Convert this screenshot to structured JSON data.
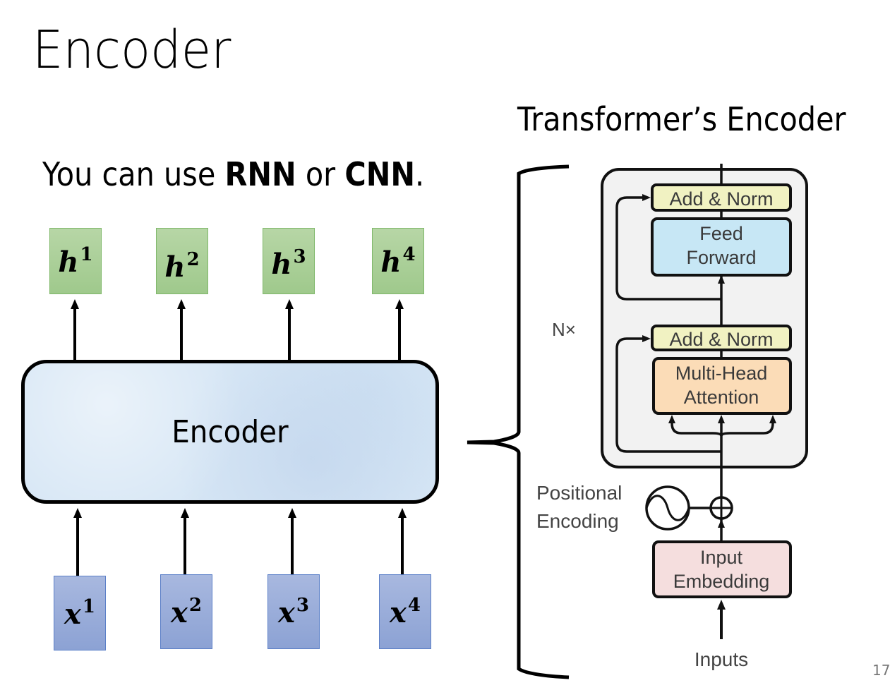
{
  "slide": {
    "title": "Encoder",
    "subtitle": {
      "prefix": "You can use ",
      "bold1": "RNN",
      "middle": " or ",
      "bold2": "CNN",
      "suffix": "."
    },
    "page_number": "17"
  },
  "left_diagram": {
    "encoder_label": "Encoder",
    "outputs": [
      {
        "symbol": "h",
        "index": "1"
      },
      {
        "symbol": "h",
        "index": "2"
      },
      {
        "symbol": "h",
        "index": "3"
      },
      {
        "symbol": "h",
        "index": "4"
      }
    ],
    "inputs": [
      {
        "symbol": "x",
        "index": "1"
      },
      {
        "symbol": "x",
        "index": "2"
      },
      {
        "symbol": "x",
        "index": "3"
      },
      {
        "symbol": "x",
        "index": "4"
      }
    ],
    "colors": {
      "output_box": "#a9cf96",
      "input_box": "#97acd9",
      "encoder_box": "#d6e6f5"
    }
  },
  "transformer_diagram": {
    "title": "Transformer’s Encoder",
    "repeat_label": "N×",
    "blocks": {
      "add_norm_top": "Add & Norm",
      "feed_forward_line1": "Feed",
      "feed_forward_line2": "Forward",
      "add_norm_bottom": "Add & Norm",
      "attention_line1": "Multi-Head",
      "attention_line2": "Attention",
      "embedding_line1": "Input",
      "embedding_line2": "Embedding"
    },
    "positional_encoding_line1": "Positional",
    "positional_encoding_line2": "Encoding",
    "inputs_label": "Inputs",
    "colors": {
      "add_norm": "#f1f2c2",
      "feed_forward": "#c7e7f5",
      "attention": "#fbdcb7",
      "embedding": "#f5dede",
      "stack_bg": "#f2f2f2"
    }
  }
}
